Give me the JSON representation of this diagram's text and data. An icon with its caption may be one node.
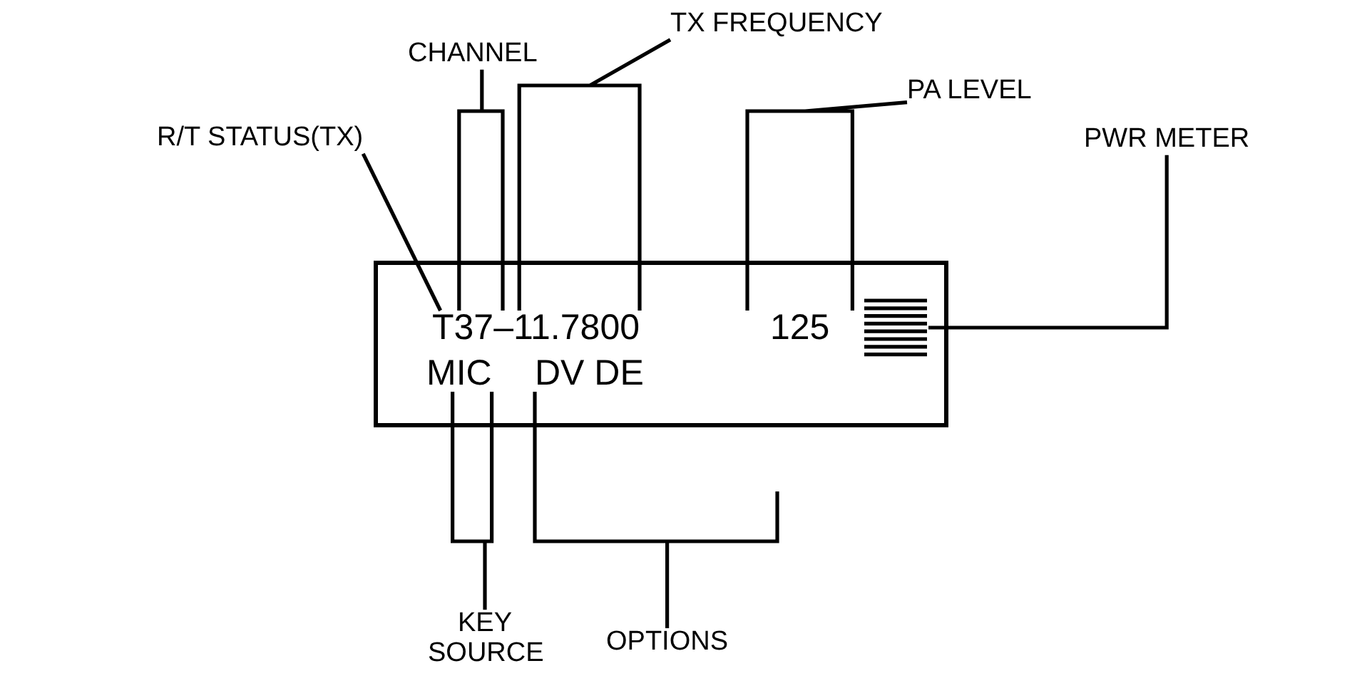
{
  "diagram": {
    "nodes": [
      {
        "text": [],
        "shape": "box"
      },
      {
        "text": [
          "T37–11.7800"
        ],
        "in": 0
      },
      {
        "text": [
          "125"
        ],
        "in": 0
      },
      {
        "text": [
          "MIC"
        ],
        "in": 0
      },
      {
        "text": [
          "DV DE"
        ],
        "in": 0
      },
      {
        "text": [],
        "shape": "picture",
        "in": 0
      },
      {
        "text": [
          "R/T STATUS(TX)"
        ]
      },
      {
        "text": [
          "CHANNEL"
        ]
      },
      {
        "text": [
          "TX FREQUENCY"
        ]
      },
      {
        "text": [
          "PA LEVEL"
        ]
      },
      {
        "text": [
          "PWR METER"
        ]
      },
      {
        "text": [
          "KEY SOURCE"
        ]
      },
      {
        "text": [
          "OPTIONS"
        ]
      }
    ],
    "edges": [
      {
        "from": 6,
        "to": 1,
        "arrow": "none"
      },
      {
        "from": 7,
        "to": 1,
        "arrow": "none"
      },
      {
        "from": 8,
        "to": 1,
        "arrow": "none"
      },
      {
        "from": 9,
        "to": 2,
        "arrow": "none"
      },
      {
        "from": 10,
        "to": 5,
        "arrow": "none"
      },
      {
        "from": 11,
        "to": 3,
        "arrow": "none"
      },
      {
        "from": 12,
        "to": 4,
        "arrow": "none"
      }
    ]
  }
}
